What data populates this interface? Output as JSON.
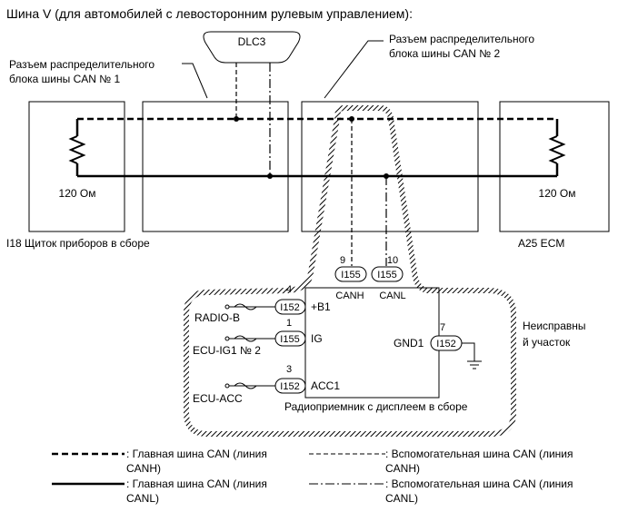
{
  "header": "Шина V (для автомобилей с левосторонним рулевым управлением):",
  "dlc3": "DLC3",
  "junction1_label": [
    "Разъем распределительного",
    "блока шины CAN № 1"
  ],
  "junction2_label": [
    "Разъем распределительного",
    "блока шины CAN № 2"
  ],
  "left_module": {
    "resistor": "120 Ом",
    "name": "I18 Щиток приборов в сборе"
  },
  "right_module": {
    "resistor": "120 Ом",
    "name": "A25 ECM"
  },
  "radio": {
    "name": "Радиоприемник с дисплеем в сборе",
    "can_pins": [
      {
        "pin": "9",
        "connector": "I155",
        "signal": "CANH"
      },
      {
        "pin": "10",
        "connector": "I155",
        "signal": "CANL"
      }
    ],
    "power_pins": [
      {
        "source": "RADIO-B",
        "pin": "4",
        "connector": "I152",
        "signal": "+B1"
      },
      {
        "source": "ECU-IG1 № 2",
        "pin": "1",
        "connector": "I155",
        "signal": "IG"
      },
      {
        "source": "ECU-ACC",
        "pin": "3",
        "connector": "I152",
        "signal": "ACC1"
      }
    ],
    "ground_pin": {
      "pin": "7",
      "connector": "I152",
      "signal": "GND1"
    }
  },
  "fault_area": [
    "Неисправны",
    "й участок"
  ],
  "legend": [
    {
      "style": "main-canh",
      "text": [
        ": Главная шина CAN (линия",
        "CANH)"
      ]
    },
    {
      "style": "main-canl",
      "text": [
        ": Главная шина CAN (линия",
        "CANL)"
      ]
    },
    {
      "style": "sub-canh",
      "text": [
        ": Вспомогательная шина CAN (линия",
        "CANH)"
      ]
    },
    {
      "style": "sub-canl",
      "text": [
        ": Вспомогательная шина CAN (линия",
        "CANL)"
      ]
    }
  ],
  "colors": {
    "line": "#000000",
    "background": "#ffffff"
  }
}
